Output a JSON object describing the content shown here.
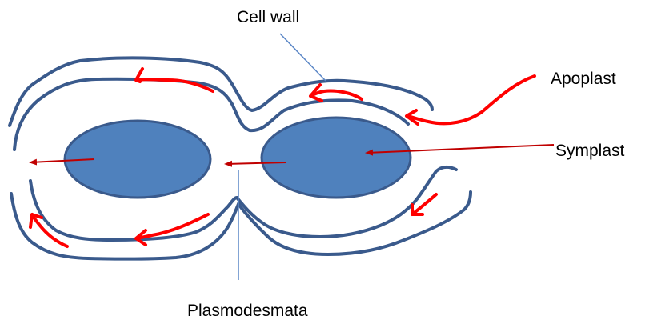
{
  "labels": {
    "cell_wall": "Cell wall",
    "apoplast": "Apoplast",
    "symplast": "Symplast",
    "plasmodesmata": "Plasmodesmata"
  },
  "colors": {
    "wall_line": "#3a5a8c",
    "nucleus_fill": "#4f81bd",
    "nucleus_stroke": "#3a5a8c",
    "apoplast_arrow": "#ff0000",
    "symplast_arrow": "#c00000",
    "leader_line": "#5a86c6"
  }
}
